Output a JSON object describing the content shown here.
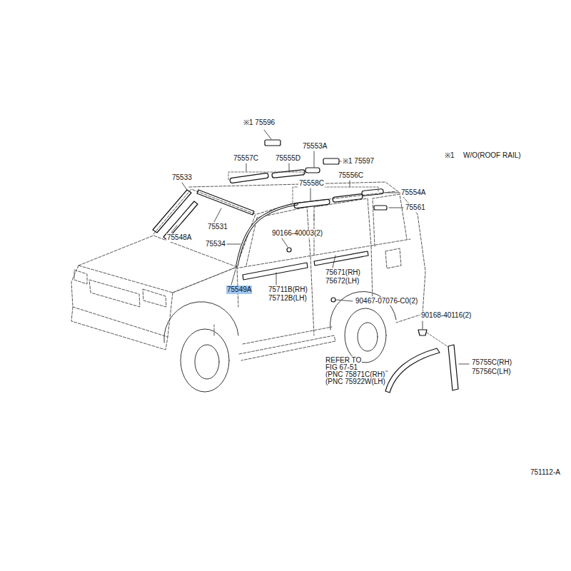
{
  "diagram": {
    "labels": [
      "※1 75596",
      "75553A",
      "※1 75597",
      "※1",
      "W/O(ROOF RAIL)",
      "75557C",
      "75555D",
      "75533",
      "75556C",
      "75558C",
      "75554A",
      "75561",
      "75531",
      "75548A",
      "90166-40003(2)",
      "75534",
      "75671(RH)",
      "75672(LH)",
      "75549A",
      "75711B(RH)",
      "75712B(LH)",
      "90467-07076-C0(2)",
      "90168-40116(2)",
      "REFER TO",
      "FIG 67-51",
      "(PNC 75871C(RH)",
      "(PNC 75922W(LH)",
      "75755C(RH)",
      "75756C(LH)",
      "751112-A"
    ]
  }
}
